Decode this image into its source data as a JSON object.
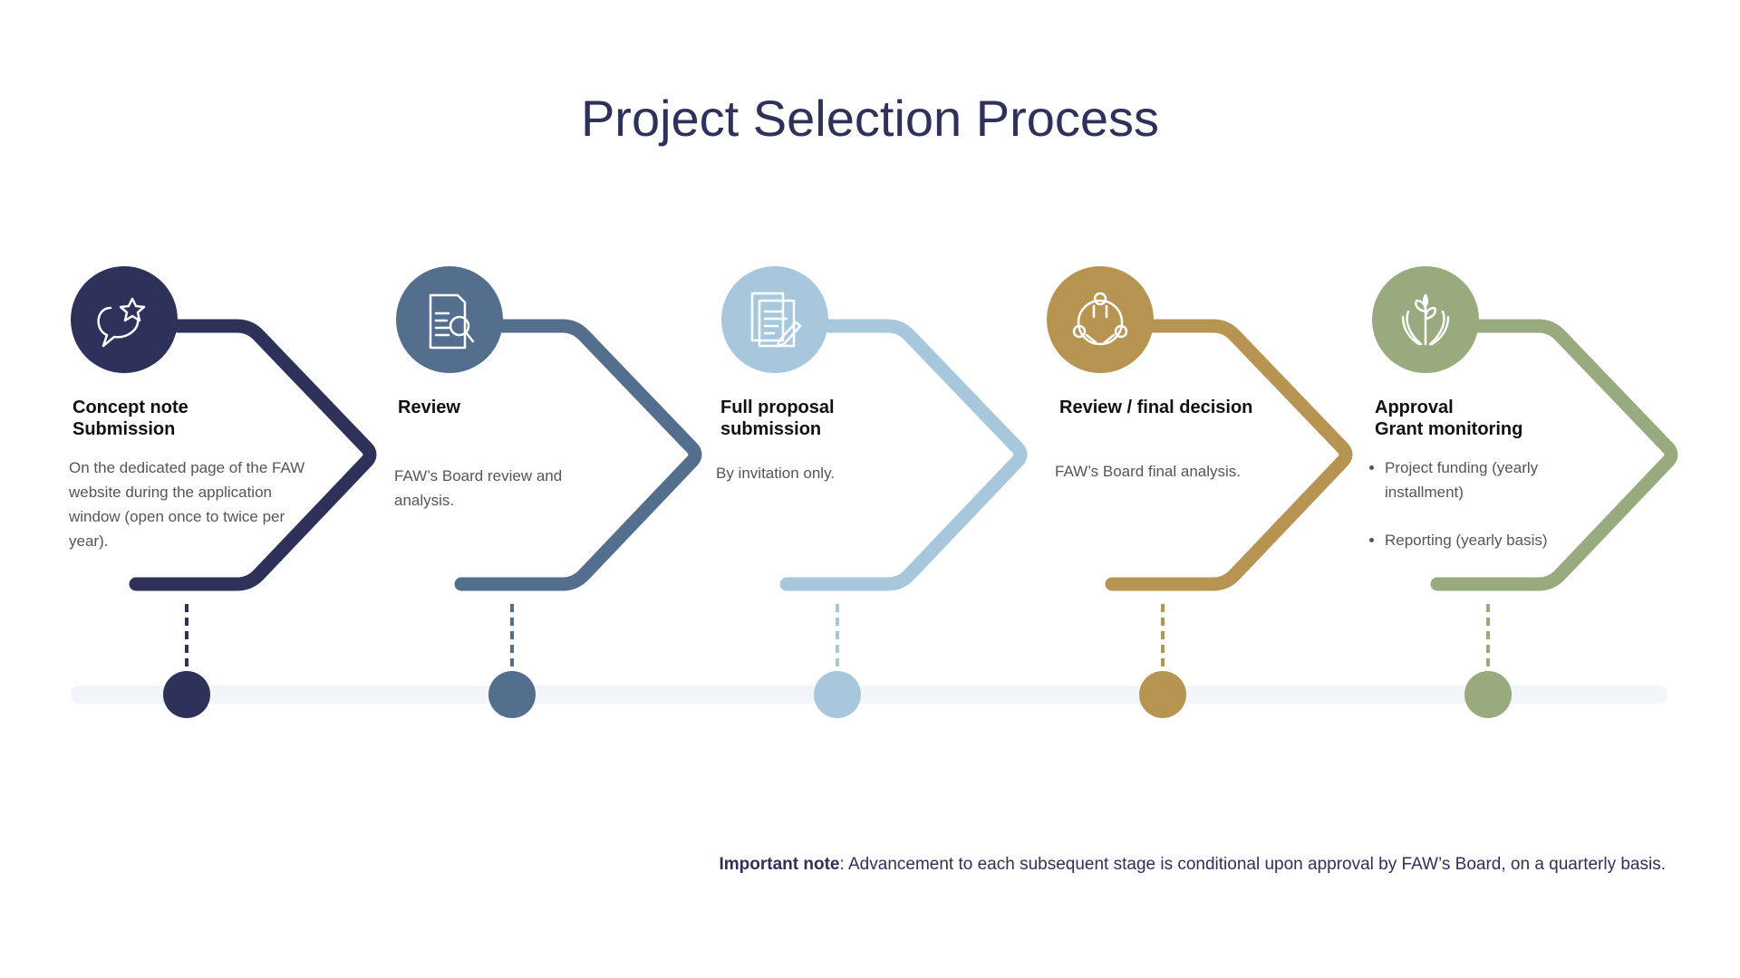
{
  "title": "Project Selection Process",
  "stages": [
    {
      "heading": "Concept note\nSubmission",
      "body": "On the dedicated page of the FAW website during the application window (open once to twice per year).",
      "color": "#2e3159",
      "icon": "chat-star-icon"
    },
    {
      "heading": "Review",
      "body": "FAW’s Board review and analysis.",
      "color": "#546f8e",
      "icon": "document-search-icon"
    },
    {
      "heading": "Full proposal\nsubmission",
      "body": "By invitation only.",
      "color": "#a7c7dc",
      "icon": "document-pen-icon"
    },
    {
      "heading": "Review / final decision",
      "body": "FAW’s Board final analysis.",
      "color": "#b89453",
      "icon": "meeting-table-icon"
    },
    {
      "heading": "Approval\nGrant monitoring",
      "bullets": [
        "Project funding (yearly installment)",
        "Reporting (yearly basis)"
      ],
      "color": "#98aa7e",
      "icon": "hands-plant-icon"
    }
  ],
  "note": {
    "label": "Important note",
    "text": ": Advancement to each subsequent stage is conditional upon approval by FAW’s Board, on a quarterly basis."
  }
}
